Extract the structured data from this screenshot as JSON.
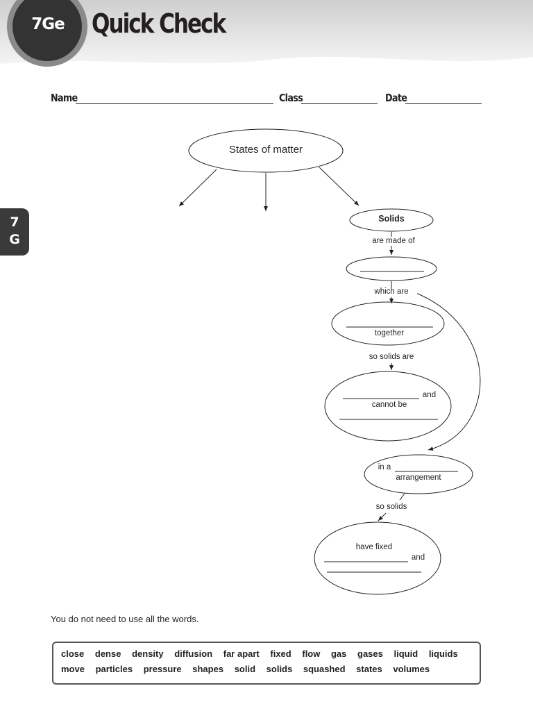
{
  "header": {
    "badge": "7Ge",
    "title": "Quick Check"
  },
  "side_tab": {
    "line1": "7",
    "line2": "G"
  },
  "fields": {
    "name": "Name",
    "class": "Class",
    "date": "Date"
  },
  "diagram": {
    "root": "States of matter",
    "solids": "Solids",
    "link1": "are made of",
    "link2": "which are",
    "node2_after": "together",
    "link3": "so solids are",
    "node3_and": "and",
    "node3_cannot": "cannot be",
    "node4_prefix": "in a",
    "node4_suffix": "arrangement",
    "link4": "so solids",
    "node5_line1": "have fixed",
    "node5_and": "and"
  },
  "instructions": "You do not need to use all the words.",
  "word_bank": {
    "row1": [
      "close",
      "dense",
      "density",
      "diffusion",
      "far apart",
      "fixed",
      "flow",
      "gas",
      "gases",
      "liquid",
      "liquids"
    ],
    "row2": [
      "move",
      "particles",
      "pressure",
      "shapes",
      "solid",
      "solids",
      "squashed",
      "states",
      "volumes"
    ]
  }
}
